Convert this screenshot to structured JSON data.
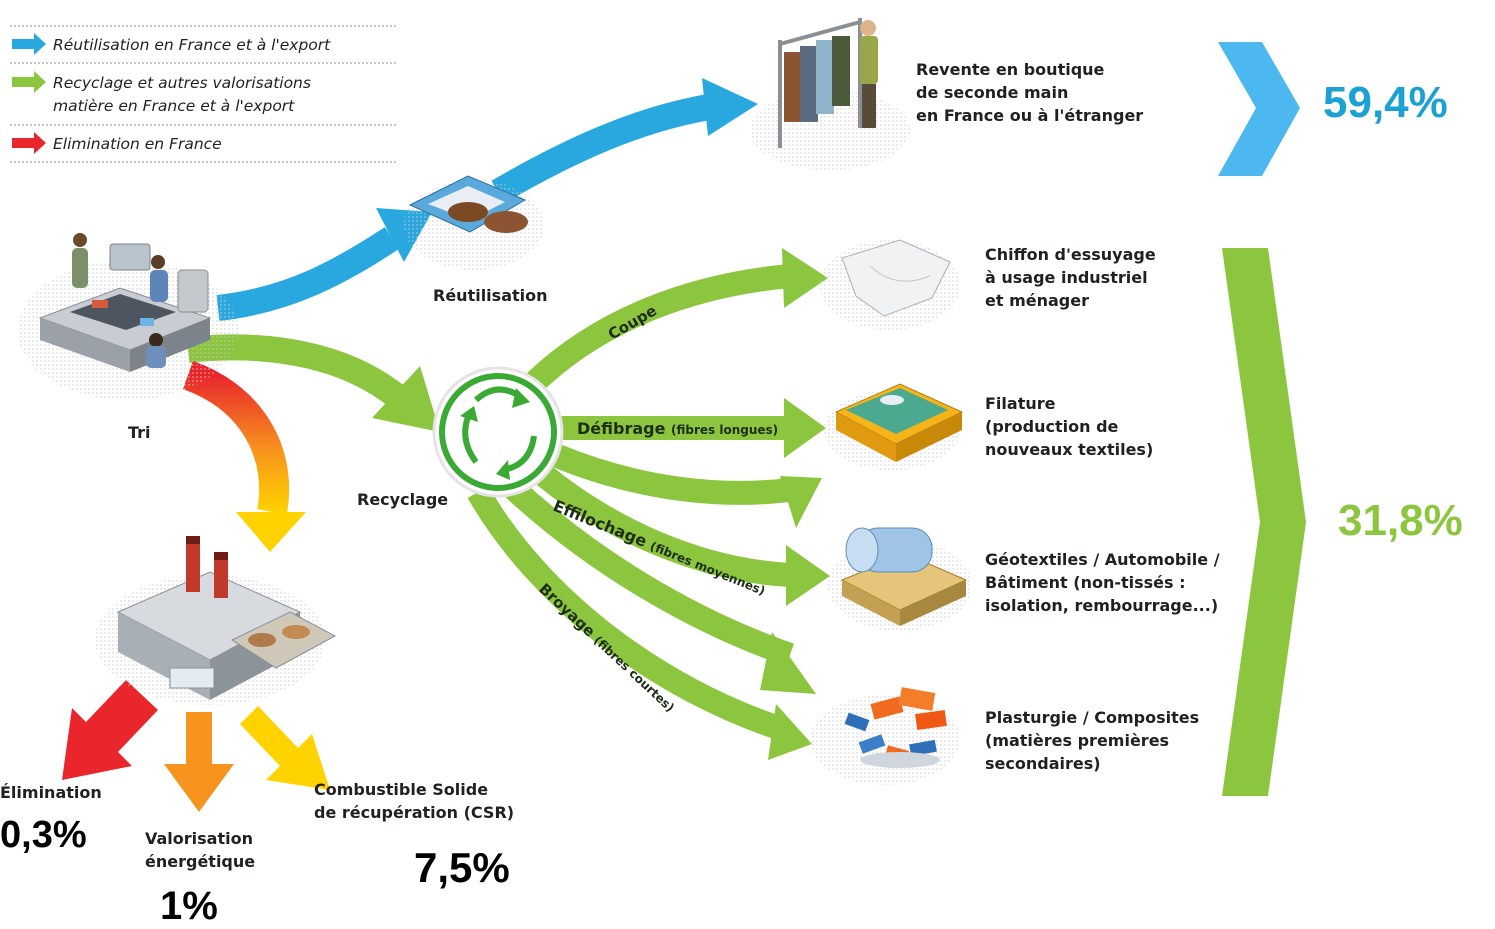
{
  "legend": {
    "reuse": "Réutilisation en France et à l'export",
    "recycle_line1": "Recyclage et autres valorisations",
    "recycle_line2": "matière en France et à l'export",
    "elimination": "Elimination en France"
  },
  "stages": {
    "tri": "Tri",
    "reutilisation": "Réutilisation",
    "recyclage": "Recyclage"
  },
  "flows": {
    "coupe": "Coupe",
    "defibrage": "Défibrage",
    "defibrage_detail": "(fibres longues)",
    "effilochage": "Effilochage",
    "effilochage_detail": "(fibres moyennes)",
    "broyage": "Broyage",
    "broyage_detail": "(fibres courtes)"
  },
  "outputs": [
    {
      "lines": [
        "Revente en boutique",
        "de seconde main",
        "en France ou à l'étranger"
      ]
    },
    {
      "lines": [
        "Chiffon d'essuyage",
        "à usage industriel",
        "et ménager"
      ]
    },
    {
      "lines": [
        "Filature",
        "(production de",
        "nouveaux textiles)"
      ]
    },
    {
      "lines": [
        "Géotextiles / Automobile /",
        "Bâtiment (non-tissés :",
        "isolation, rembourrage...)"
      ]
    },
    {
      "lines": [
        "Plasturgie / Composites",
        "(matières premières",
        "secondaires)"
      ]
    }
  ],
  "disposal": {
    "elimination_label": "Élimination",
    "elimination_pct": "0,3%",
    "valorisation_line1": "Valorisation",
    "valorisation_line2": "énergétique",
    "valorisation_pct": "1%",
    "csr_line1": "Combustible Solide",
    "csr_line2": "de récupération (CSR)",
    "csr_pct": "7,5%"
  },
  "totals": {
    "reuse_pct": "59,4%",
    "recycle_pct": "31,8%"
  },
  "colors": {
    "reuse": "#29a8e0",
    "recycle": "#8cc63f",
    "elimination": "#e8262c",
    "energy": "#f7941d",
    "csr": "#ffd200",
    "reuse_total_text": "#1ba1d3",
    "recycle_total_text": "#8cc63f"
  }
}
